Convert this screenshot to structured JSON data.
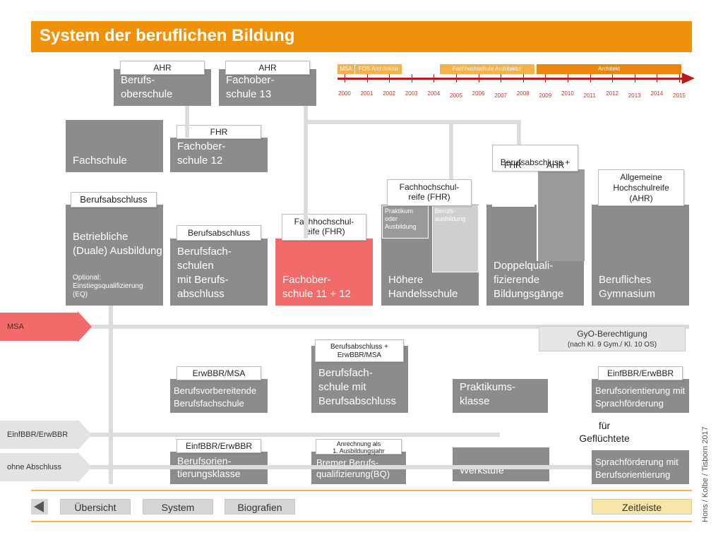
{
  "title": "System der beruflichen Bildung",
  "timeline": {
    "segments": [
      "MSA",
      "FOS Architektur",
      "Fachhochschule Architektur",
      "Architekt"
    ],
    "years": [
      "2000",
      "2001",
      "2002",
      "2003",
      "2004",
      "2005",
      "2006",
      "2007",
      "2008",
      "2009",
      "2010",
      "2011",
      "2012",
      "2013",
      "2014",
      "2015"
    ]
  },
  "top": {
    "berufsoberschule": {
      "label": "AHR",
      "name": "Berufs-\noberschule"
    },
    "fachoberschule13": {
      "label": "AHR",
      "name": "Fachober-\nschule 13"
    }
  },
  "mid": {
    "fachschule": "Fachschule",
    "fos12_label": "FHR",
    "fos12_name": "Fachober-\nschule 12"
  },
  "main": {
    "betriebliche": {
      "label": "Berufsabschluss",
      "name": "Betriebliche\n(Duale)\nAusbildung",
      "note": "Optional:\nEinstiegsqualifizierung\n(EQ)"
    },
    "berufsfachschulen": {
      "label": "Berufsabschluss",
      "name": "Berufsfach-\nschulen\nmit Berufs-\nabschluss"
    },
    "fos1112": {
      "label": "Fachhochschul-\nreife (FHR)",
      "name": "Fachober-\nschule 11 + 12"
    },
    "handelsschule": {
      "label": "Fachhochschul-\nreife (FHR)",
      "sub1": "Praktikum\noder\nAusbildung",
      "sub2": "Berufs-\nausbildung",
      "name": "Höhere\nHandelsschule"
    },
    "doppel": {
      "label": "Berufsabschluss +",
      "label_fhr": "FHR",
      "label_ahr": "AHR",
      "name": "Doppelquali-\nfizierende\nBildungsgänge"
    },
    "gymnasium": {
      "label": "Allgemeine\nHochschulreife\n(AHR)",
      "name": "Berufliches\nGymnasium"
    }
  },
  "gyo": {
    "title": "GyO-Berechtigung",
    "sub": "(nach Kl. 9 Gym./  Kl. 10 OS)"
  },
  "lower": {
    "bvbfs": {
      "label": "ErwBBR/MSA",
      "name": "Berufsvorbereitende\nBerufsfachschule"
    },
    "bfs_abschluss": {
      "label": "Berufsabschluss +\nErwBBR/MSA",
      "name": "Berufsfach-\nschule mit\nBerufsabschluss"
    },
    "praktikums": {
      "name": "Praktikums-\nklasse"
    },
    "berufsorient_sprach": {
      "label": "EinfBBR/ErwBBR",
      "name": "Berufsorientierung mit\nSprachförderung",
      "extra": "für\nGeflüchtete"
    }
  },
  "bottom": {
    "orientierung": {
      "label": "EinfBBR/ErwBBR",
      "name": "Berufsorien-\ntierungsklasse"
    },
    "bq": {
      "label": "Anrechnung als\n1. Ausbildungsjahr",
      "name": "Bremer Berufs-\nqualifizierung(BQ)"
    },
    "werkstufe": {
      "name": "Werkstufe"
    },
    "sprach": {
      "name": "Sprachförderung mit\nBerufsorientierung"
    }
  },
  "side": {
    "msa": "MSA",
    "einf": "EinfBBR/ErwBBR",
    "ohne": "ohne Abschluss"
  },
  "nav": {
    "uebersicht": "Übersicht",
    "system": "System",
    "biografien": "Biografien",
    "zeitleiste": "Zeitleiste"
  },
  "credit": "Hons / Kolbe / Tisborn 2017",
  "colors": {
    "accent": "#f0910a",
    "box": "#8c8c8c",
    "red": "#f26b6b",
    "arrow": "#dcdcdc"
  }
}
